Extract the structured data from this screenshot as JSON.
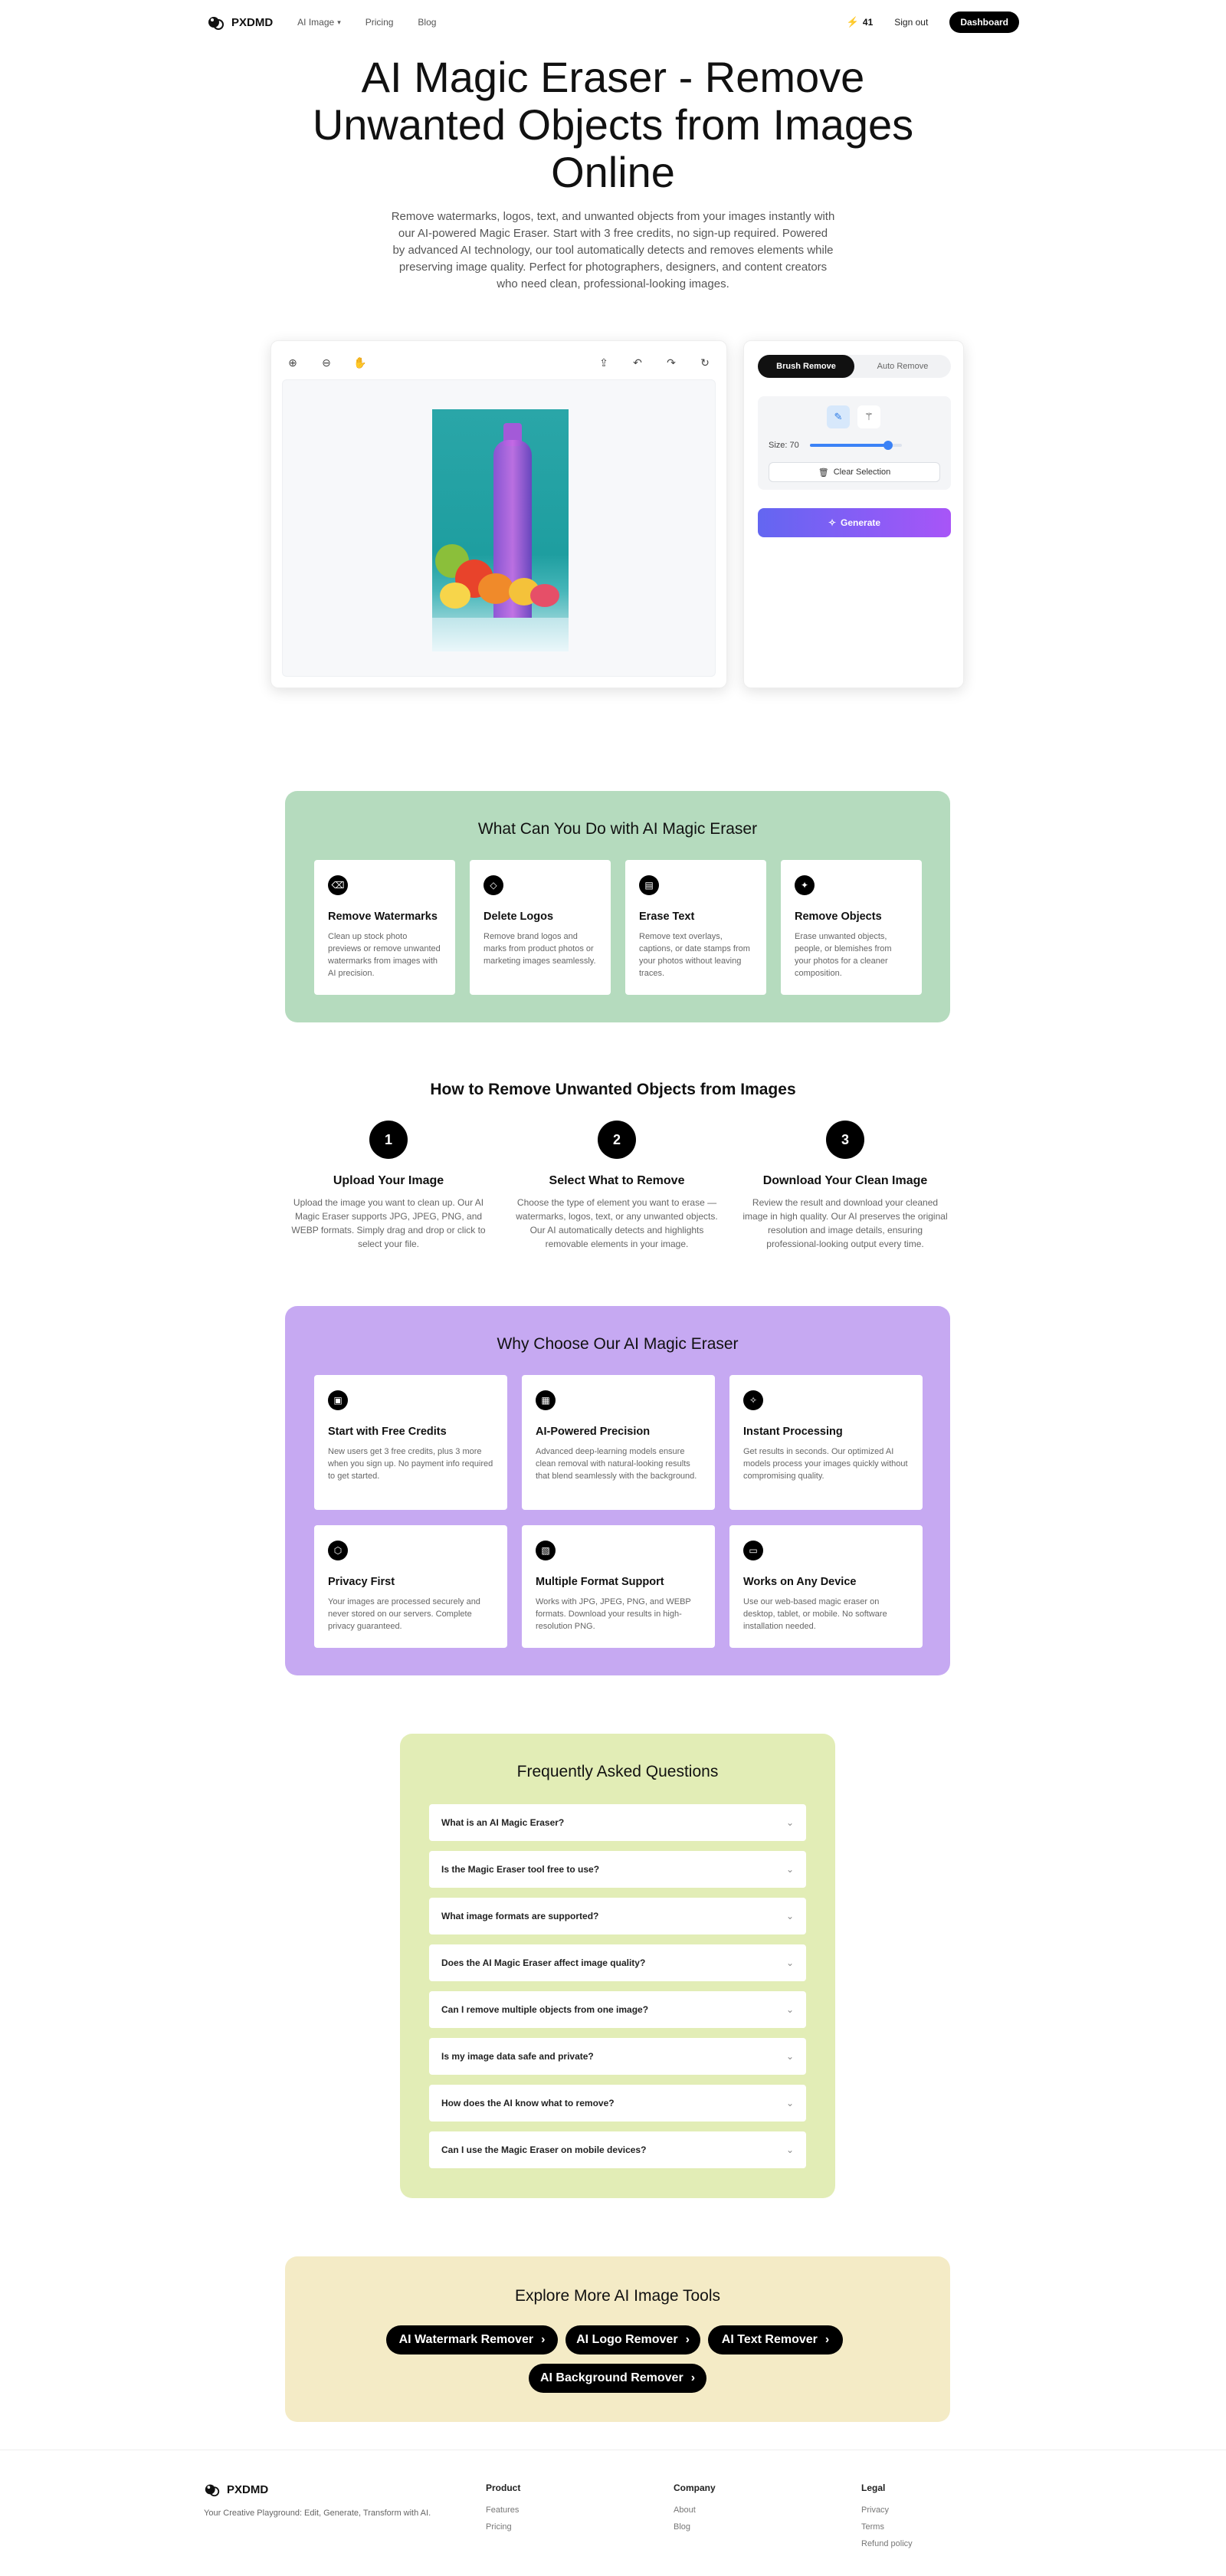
{
  "nav": {
    "brand": "PXDMD",
    "links": [
      "AI Image",
      "Pricing",
      "Blog"
    ],
    "credits": "41",
    "signout": "Sign out",
    "dashboard": "Dashboard"
  },
  "hero": {
    "title": "AI Magic Eraser - Remove Unwanted Objects from Images Online",
    "subtitle": "Remove watermarks, logos, text, and unwanted objects from your images instantly with our AI-powered Magic Eraser. Start with 3 free credits, no sign-up required. Powered by advanced AI technology, our tool automatically detects and removes elements while preserving image quality. Perfect for photographers, designers, and content creators who need clean, professional-looking images."
  },
  "panel": {
    "tab_brush": "Brush Remove",
    "tab_auto": "Auto Remove",
    "size_label": "Size: 70",
    "size_fraction": 0.85,
    "clear": "Clear Selection",
    "generate": "Generate"
  },
  "features": {
    "title": "What Can You Do with AI Magic Eraser",
    "bg": "#b5dbbe",
    "items": [
      {
        "icon": "eraser-icon",
        "glyph": "⌫",
        "title": "Remove Watermarks",
        "desc": "Clean up stock photo previews or remove unwanted watermarks from images with AI precision."
      },
      {
        "icon": "tag-icon",
        "glyph": "◇",
        "title": "Delete Logos",
        "desc": "Remove brand logos and marks from product photos or marketing images seamlessly."
      },
      {
        "icon": "text-file-icon",
        "glyph": "▤",
        "title": "Erase Text",
        "desc": "Remove text overlays, captions, or date stamps from your photos without leaving traces."
      },
      {
        "icon": "sparkles-icon",
        "glyph": "✦",
        "title": "Remove Objects",
        "desc": "Erase unwanted objects, people, or blemishes from your photos for a cleaner composition."
      }
    ]
  },
  "steps": {
    "title": "How to Remove Unwanted Objects from Images",
    "items": [
      {
        "num": "1",
        "title": "Upload Your Image",
        "desc": "Upload the image you want to clean up. Our AI Magic Eraser supports JPG, JPEG, PNG, and WEBP formats. Simply drag and drop or click to select your file."
      },
      {
        "num": "2",
        "title": "Select What to Remove",
        "desc": "Choose the type of element you want to erase — watermarks, logos, text, or any unwanted objects. Our AI automatically detects and highlights removable elements in your image."
      },
      {
        "num": "3",
        "title": "Download Your Clean Image",
        "desc": "Review the result and download your cleaned image in high quality. Our AI preserves the original resolution and image details, ensuring professional-looking output every time."
      }
    ]
  },
  "why": {
    "title": "Why Choose Our AI Magic Eraser",
    "bg": "#c6a9f2",
    "items": [
      {
        "icon": "gift-icon",
        "glyph": "▣",
        "title": "Start with Free Credits",
        "desc": "New users get 3 free credits, plus 3 more when you sign up. No payment info required to get started."
      },
      {
        "icon": "chip-icon",
        "glyph": "▦",
        "title": "AI-Powered Precision",
        "desc": "Advanced deep-learning models ensure clean removal with natural-looking results that blend seamlessly with the background."
      },
      {
        "icon": "zap-icon",
        "glyph": "✧",
        "title": "Instant Processing",
        "desc": "Get results in seconds. Our optimized AI models process your images quickly without compromising quality."
      },
      {
        "icon": "shield-icon",
        "glyph": "⬡",
        "title": "Privacy First",
        "desc": "Your images are processed securely and never stored on our servers. Complete privacy guaranteed."
      },
      {
        "icon": "image-icon",
        "glyph": "▧",
        "title": "Multiple Format Support",
        "desc": "Works with JPG, JPEG, PNG, and WEBP formats. Download your results in high-resolution PNG."
      },
      {
        "icon": "devices-icon",
        "glyph": "▭",
        "title": "Works on Any Device",
        "desc": "Use our web-based magic eraser on desktop, tablet, or mobile. No software installation needed."
      }
    ]
  },
  "faq": {
    "title": "Frequently Asked Questions",
    "bg": "#e2edb6",
    "items": [
      "What is an AI Magic Eraser?",
      "Is the Magic Eraser tool free to use?",
      "What image formats are supported?",
      "Does the AI Magic Eraser affect image quality?",
      "Can I remove multiple objects from one image?",
      "Is my image data safe and private?",
      "How does the AI know what to remove?",
      "Can I use the Magic Eraser on mobile devices?"
    ]
  },
  "explore": {
    "title": "Explore More AI Image Tools",
    "bg": "#f4ebc6",
    "tools": [
      "AI Watermark Remover",
      "AI Logo Remover",
      "AI Text Remover",
      "AI Background Remover"
    ]
  },
  "footer": {
    "brand": "PXDMD",
    "tagline": "Your Creative Playground: Edit, Generate, Transform with AI.",
    "cols": [
      {
        "title": "Product",
        "links": [
          "Features",
          "Pricing"
        ]
      },
      {
        "title": "Company",
        "links": [
          "About",
          "Blog"
        ]
      },
      {
        "title": "Legal",
        "links": [
          "Privacy",
          "Terms",
          "Refund policy"
        ]
      }
    ]
  }
}
